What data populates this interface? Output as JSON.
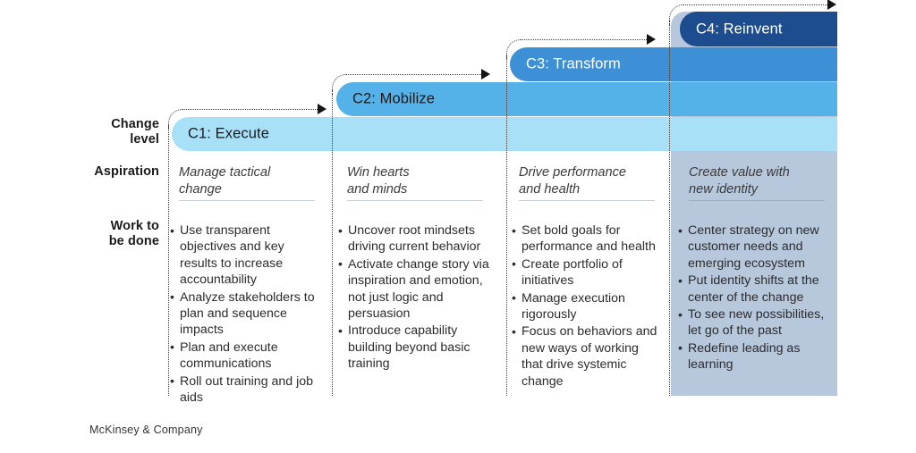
{
  "diagram": {
    "footer": "McKinsey & Company",
    "row_labels": [
      {
        "id": "change-level",
        "line1": "Change",
        "line2": "level"
      },
      {
        "id": "aspiration",
        "line1": "Aspiration",
        "line2": ""
      },
      {
        "id": "work-to-be-done",
        "line1": "Work to",
        "line2": "be done"
      }
    ],
    "colors": {
      "c1_band": "#a8e0f8",
      "c2_band": "#55b2e8",
      "c3_band": "#3d8fd6",
      "c4_band": "#1d4d8f",
      "c4_panel": "#b7c7dc",
      "divider_rule": "#c8cdd3",
      "text_dark": "#18191b",
      "text_light": "#ffffff"
    },
    "columns": [
      {
        "id": "c1",
        "stage_label": "C1: Execute",
        "label_color": "dark",
        "aspiration": [
          "Manage tactical",
          "change"
        ],
        "work": [
          "Use transparent objectives and key results to increase accountability",
          "Analyze stakeholders to plan and sequence impacts",
          "Plan and execute communications",
          "Roll out training and job aids"
        ]
      },
      {
        "id": "c2",
        "stage_label": "C2: Mobilize",
        "label_color": "dark",
        "aspiration": [
          "Win hearts",
          "and minds"
        ],
        "work": [
          "Uncover root mindsets driving current behavior",
          "Activate change story via inspiration and emotion, not just logic and persuasion",
          "Introduce capability building beyond basic training"
        ]
      },
      {
        "id": "c3",
        "stage_label": "C3: Transform",
        "label_color": "light",
        "aspiration": [
          "Drive performance",
          "and health"
        ],
        "work": [
          "Set bold goals for performance and health",
          "Create portfolio of initiatives",
          "Manage execution rigorously",
          "Focus on behaviors and new ways of working that drive systemic change"
        ]
      },
      {
        "id": "c4",
        "stage_label": "C4: Reinvent",
        "label_color": "light",
        "aspiration": [
          "Create value with",
          "new identity"
        ],
        "work": [
          "Center strategy on new customer needs and emerging ecosystem",
          "Put identity shifts at the center of the change",
          "To see new possibilities, let go of the past",
          "Redefine leading as learning"
        ]
      }
    ]
  }
}
